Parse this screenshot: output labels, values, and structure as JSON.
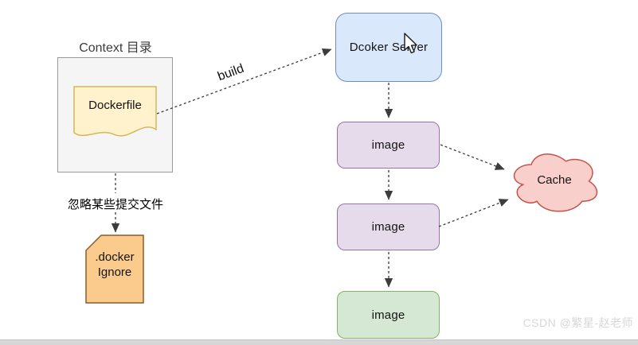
{
  "diagram": {
    "context_title": "Context 目录",
    "dockerfile_label": "Dockerfile",
    "build_label": "build",
    "server_label": "Dcoker Server",
    "image_labels": [
      "image",
      "image",
      "image"
    ],
    "cache_label": "Cache",
    "ignore_caption": "忽略某些提交文件",
    "ignore_file_line1": ".docker",
    "ignore_file_line2": "Ignore"
  },
  "watermark": "CSDN @繁星-赵老师",
  "colors": {
    "context_box_fill": "#F5F5F5",
    "context_box_border": "#999999",
    "dockerfile_fill": "#FFF2CC",
    "dockerfile_border": "#D6B656",
    "server_fill": "#DAE8FC",
    "server_border": "#6C8EBF",
    "image_fill": "#E6DBEB",
    "image_border": "#9673A6",
    "image_final_fill": "#D5E8D4",
    "image_final_border": "#82B366",
    "cache_fill": "#F9CFCB",
    "cache_border": "#C4524B",
    "ignore_fill": "#FACB8C",
    "ignore_border": "#8C5B29",
    "arrow": "#3C3C3C"
  }
}
